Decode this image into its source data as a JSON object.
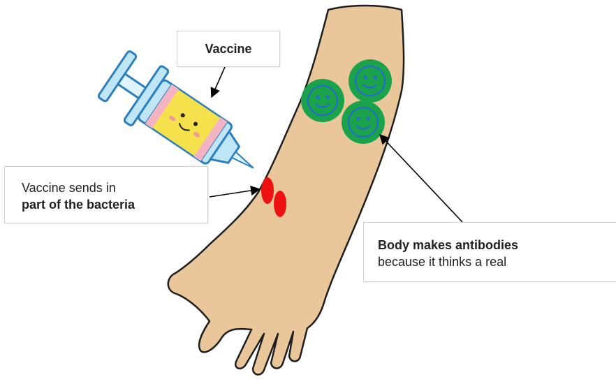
{
  "labels": {
    "vaccine": "Vaccine",
    "sends_line1": "Vaccine sends in",
    "sends_line2": "part of the bacteria",
    "antibodies_line1": "Body makes antibodies",
    "antibodies_line2": "because it thinks a real"
  },
  "colors": {
    "skin": "#e9c79a",
    "skin_outline": "#1e1e1e",
    "antibody_fill": "#1aa34a",
    "antibody_face": "#2a66d8",
    "bacteria": "#ee1111",
    "syringe_barrel": "#bfe6f6",
    "syringe_liquid": "#f5e14c",
    "syringe_pink": "#f4b3c2",
    "syringe_outline": "#2b7fbf"
  },
  "icons": [
    "syringe-icon",
    "antibody-icon",
    "bacteria-icon",
    "arm-illustration"
  ]
}
